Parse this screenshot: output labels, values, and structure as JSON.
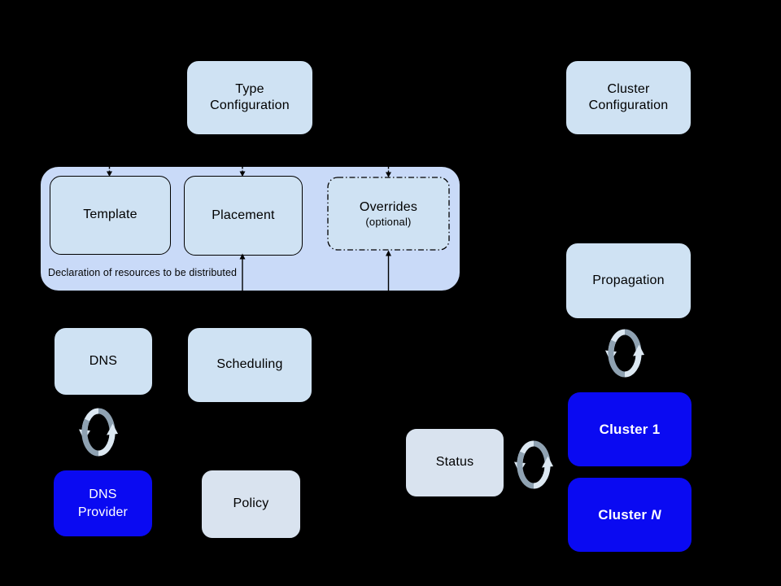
{
  "diagram": {
    "nodes": {
      "type_configuration": {
        "line1": "Type",
        "line2": "Configuration"
      },
      "cluster_configuration": {
        "line1": "Cluster",
        "line2": "Configuration"
      },
      "template": {
        "label": "Template"
      },
      "placement": {
        "label": "Placement"
      },
      "overrides": {
        "label": "Overrides",
        "sublabel": "(optional)"
      },
      "resource_group": {
        "caption": "Declaration of resources to be distributed"
      },
      "dns": {
        "label": "DNS"
      },
      "scheduling": {
        "label": "Scheduling"
      },
      "dns_provider": {
        "line1": "DNS",
        "line2": "Provider"
      },
      "policy": {
        "label": "Policy"
      },
      "propagation": {
        "label": "Propagation"
      },
      "status": {
        "label": "Status"
      },
      "cluster_1": {
        "prefix": "Cluster",
        "suffix": "1"
      },
      "cluster_n": {
        "prefix": "Cluster",
        "suffix": "N"
      }
    },
    "icons": {
      "sync": "sync-icon (two circular arrows)"
    },
    "colors": {
      "background": "#000000",
      "group_fill": "#c9daf8",
      "node_fill": "#cfe2f3",
      "muted_node_fill": "#d9e3ef",
      "cluster_fill": "#0a0af2",
      "node_border": "#000000",
      "node_text": "#000000",
      "cluster_text": "#ffffff",
      "sync_gray": "#8fa2b2",
      "sync_light": "#dce8f2"
    }
  }
}
